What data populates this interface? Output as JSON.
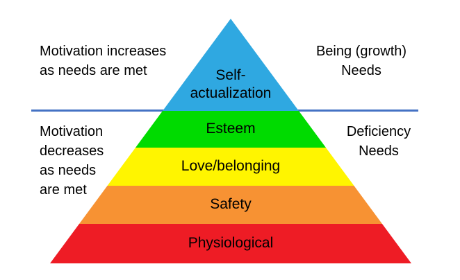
{
  "annotations": {
    "top_left": "Motivation increases\nas needs are met",
    "bottom_left": "Motivation\ndecreases\nas needs\nare met",
    "top_right": "Being (growth)\nNeeds",
    "bottom_right": "Deficiency\nNeeds"
  },
  "pyramid": {
    "levels": [
      {
        "label": "Self-\nactualization",
        "color": "#2FA8E1"
      },
      {
        "label": "Esteem",
        "color": "#00DB00"
      },
      {
        "label": "Love/belonging",
        "color": "#FFF500"
      },
      {
        "label": "Safety",
        "color": "#F79233"
      },
      {
        "label": "Physiological",
        "color": "#EE1C25"
      }
    ]
  },
  "divider": {
    "color": "#4472C4"
  }
}
